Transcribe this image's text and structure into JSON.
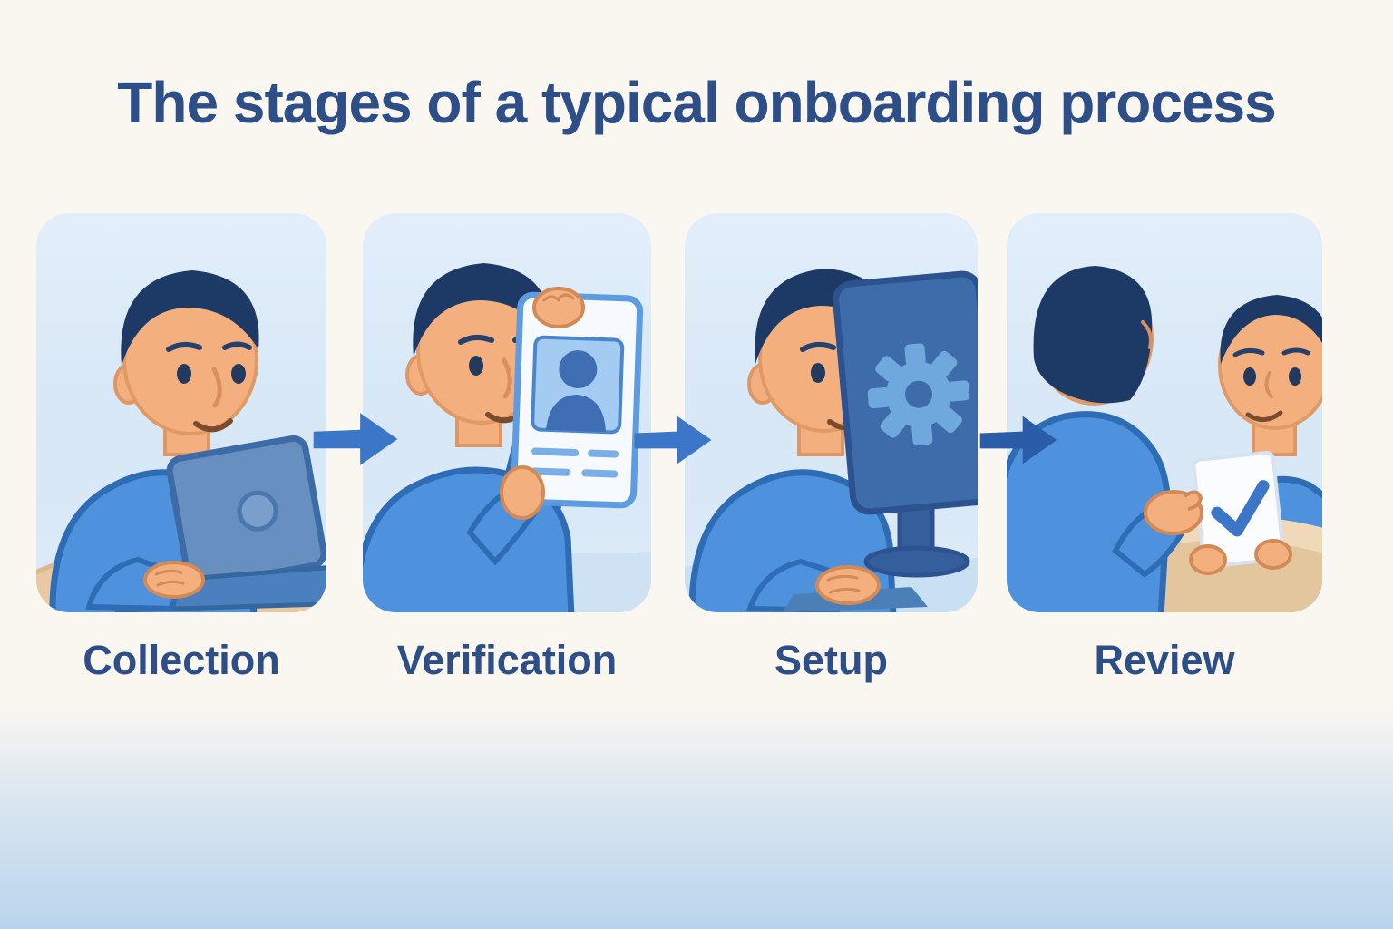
{
  "title": "The stages of a typical onboarding process",
  "stages": [
    {
      "label": "Collection",
      "scene": "man-typing-on-laptop"
    },
    {
      "label": "Verification",
      "scene": "man-holding-id-card"
    },
    {
      "label": "Setup",
      "scene": "man-at-monitor-with-gear"
    },
    {
      "label": "Review",
      "scene": "two-men-reviewing-checked-document"
    }
  ],
  "connectors": [
    {
      "icon": "arrow-right-icon",
      "color": "#3b76c8"
    },
    {
      "icon": "arrow-right-icon",
      "color": "#3b76c8"
    },
    {
      "icon": "arrow-right-icon",
      "color": "#2b5ca8"
    }
  ],
  "colors": {
    "background": "#faf7f0",
    "bottom_wash": "#bed7ee",
    "panel_background": "#d9e8f6",
    "heading_text": "#2d4e87",
    "sweater_blue": "#4e92dd",
    "outline_blue": "#2e6cb5",
    "hair_navy": "#1d3a66",
    "skin_tone": "#f3b07e",
    "desk_tan": "#e9c9a1",
    "laptop_blue": "#678fc0",
    "monitor_blue": "#3e6cab",
    "gear_blue": "#6fa8dc",
    "card_border_blue": "#5d9ce2",
    "photo_blue": "#a4cbf1",
    "silhouette_blue": "#3f6eb5",
    "check_blue": "#3b76c8"
  }
}
